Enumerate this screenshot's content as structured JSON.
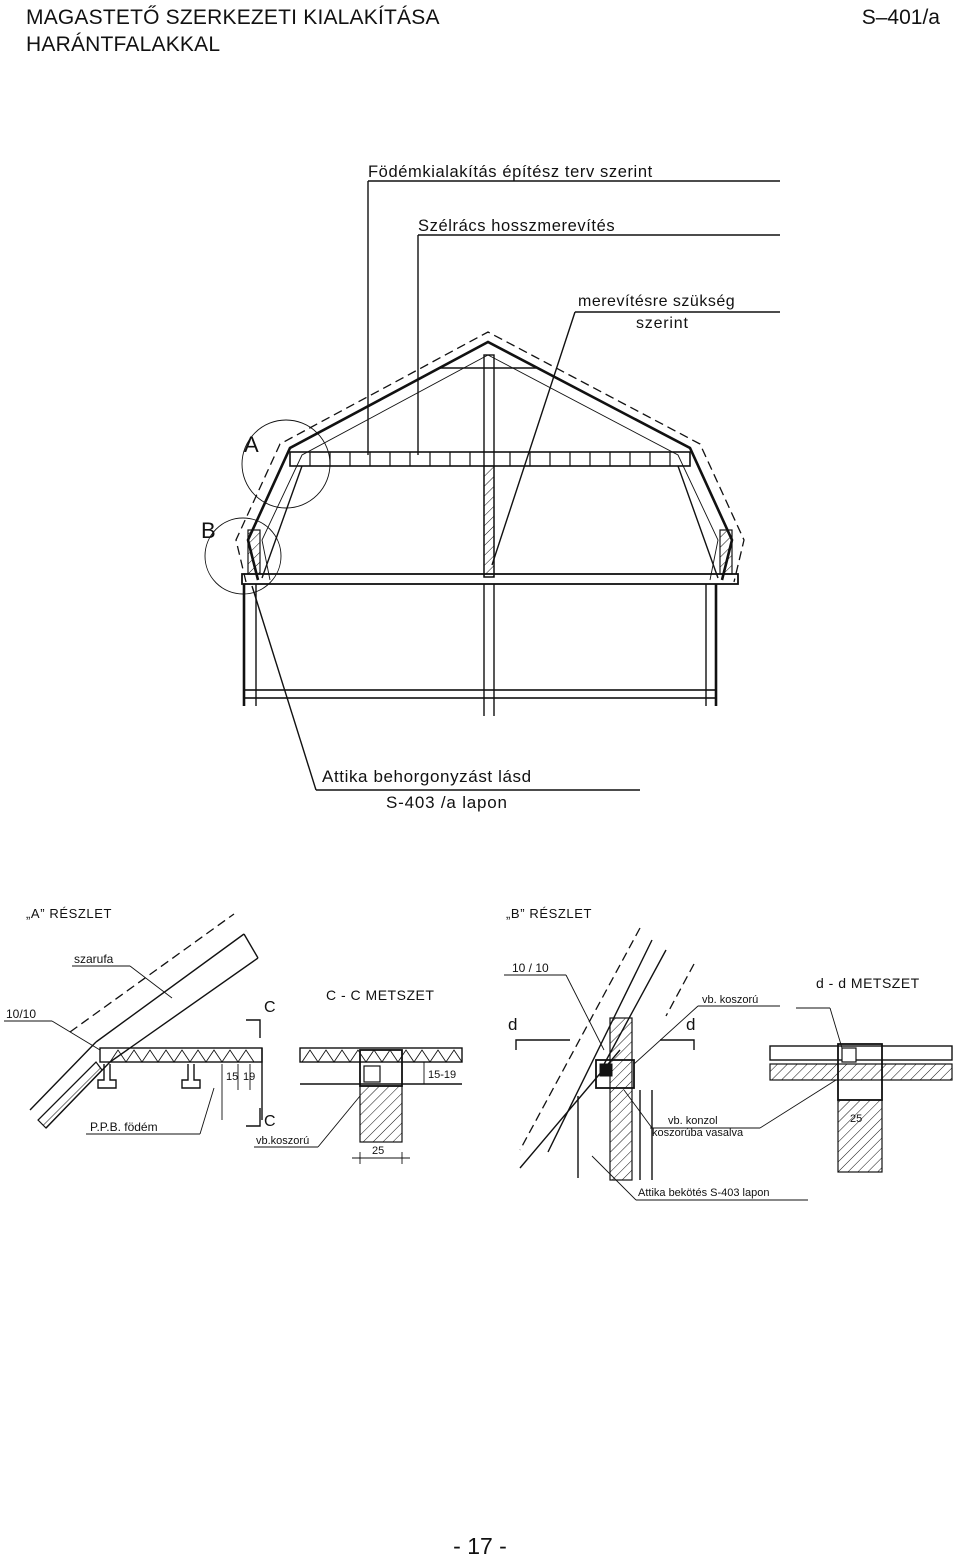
{
  "header": {
    "title_line1": "MAGASTETŐ SZERKEZETI KIALAKÍTÁSA",
    "title_line2": "HARÁNTFALAKKAL",
    "sheet_code": "S–401/a"
  },
  "section": {
    "label_fodem": "Födémkialakítás építész terv szerint",
    "label_szelracs": "Szélrács hosszmerevítés",
    "label_merevites_1": "merevítésre szükség",
    "label_merevites_2": "szerint",
    "detail_a_marker": "A",
    "detail_b_marker": "B",
    "label_attika_1": "Attika behorgonyzást lásd",
    "label_attika_2": "S-403 /a lapon"
  },
  "detail_a": {
    "heading": "„A” RÉSZLET",
    "label_szarufa": "szarufa",
    "label_1010": "10/10",
    "label_ppb": "P.P.B. födém",
    "label_c_top": "C",
    "label_c_bottom": "C",
    "label_vb_koszoru": "vb.koszorú",
    "dim_15": "15",
    "dim_19": "19",
    "section_title": "C - C METSZET",
    "dim_15_19": "15-19",
    "dim_25": "25"
  },
  "detail_b": {
    "heading": "„B” RÉSZLET",
    "label_1010": "10 / 10",
    "label_d_left": "d",
    "label_d_right": "d",
    "label_vb_koszoru": "vb. koszorú",
    "section_title": "d - d METSZET",
    "label_konzol_1": "vb. konzol",
    "label_konzol_2": "koszorúba vasalva",
    "label_attika": "Attika bekötés S-403 lapon",
    "dim_25": "25"
  },
  "footer": {
    "page_number": "- 17 -"
  }
}
